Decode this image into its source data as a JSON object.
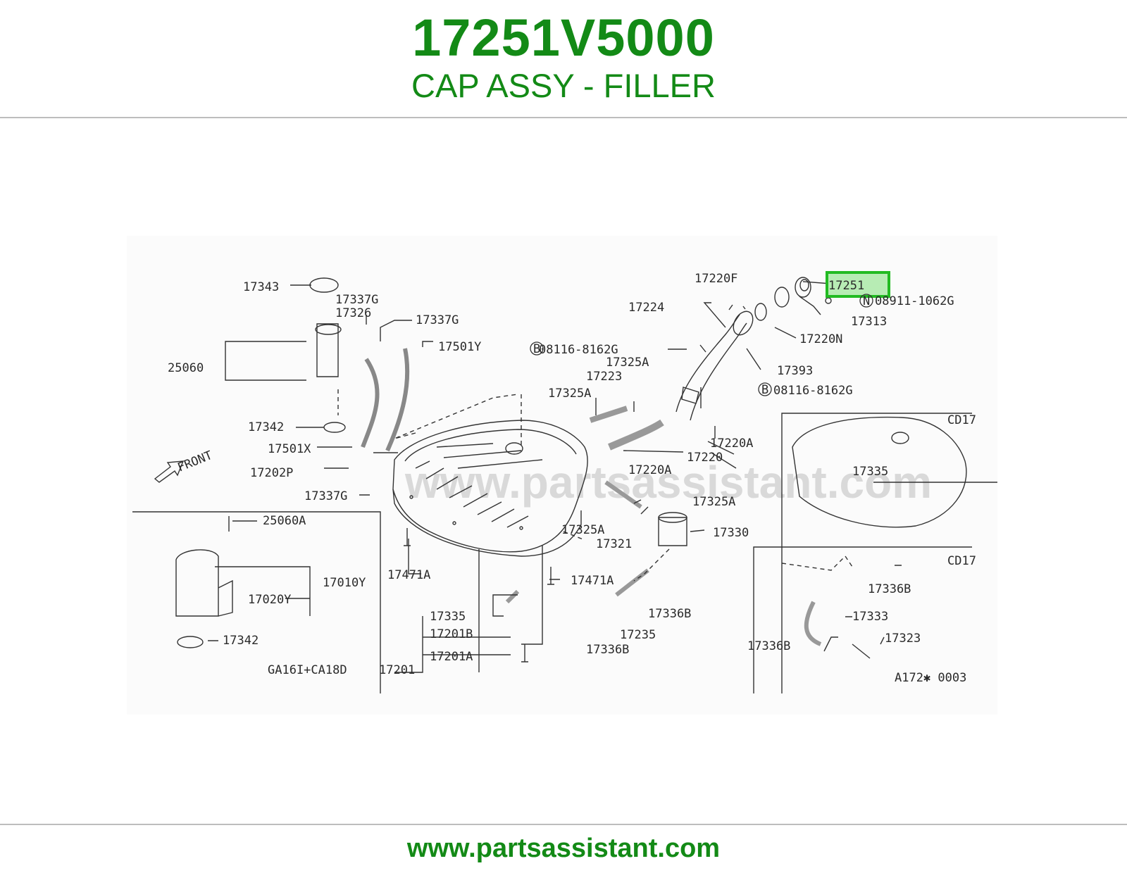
{
  "header": {
    "part_number": "17251V5000",
    "part_name": "CAP ASSY - FILLER"
  },
  "diagram": {
    "watermark": "www.partsassistant.com",
    "front_label": "FRONT",
    "engine_label": "GA16I+CA18D",
    "figure_code": "A172✱ 0003",
    "inset_labels": [
      "CD17",
      "CD17"
    ],
    "highlight": {
      "label": "17251",
      "color": "#22bb22"
    },
    "callouts": [
      "17343",
      "17337G",
      "17326",
      "17337G",
      "17501Y",
      "25060",
      "17342",
      "17501X",
      "17202P",
      "17337G",
      "25060A",
      "17010Y",
      "17020Y",
      "17342",
      "17220F",
      "17224",
      "08116-8162G",
      "17325A",
      "17223",
      "17325A",
      "08911-1062G",
      "17313",
      "17220N",
      "17393",
      "08116-8162G",
      "17220A",
      "17220",
      "17220A",
      "17325A",
      "17325A",
      "17321",
      "17330",
      "17471A",
      "17471A",
      "17335",
      "17201B",
      "17201A",
      "17201",
      "17336B",
      "17235",
      "17336B",
      "17335",
      "17336B",
      "17333",
      "17336B",
      "17323"
    ],
    "symbol_markers": [
      "B",
      "N",
      "B"
    ]
  },
  "footer": {
    "url": "www.partsassistant.com"
  }
}
